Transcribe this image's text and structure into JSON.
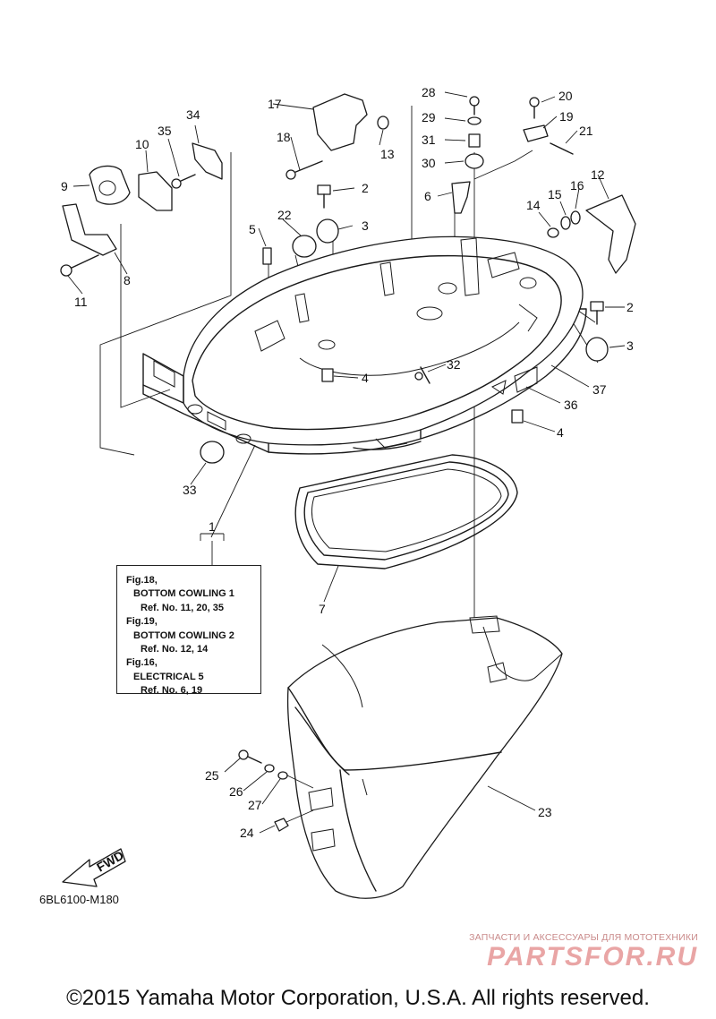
{
  "callouts": {
    "c1": "1",
    "c2a": "2",
    "c2b": "2",
    "c3a": "3",
    "c3b": "3",
    "c4a": "4",
    "c4b": "4",
    "c5": "5",
    "c6": "6",
    "c7": "7",
    "c8": "8",
    "c9": "9",
    "c10": "10",
    "c11": "11",
    "c12": "12",
    "c13": "13",
    "c14": "14",
    "c15": "15",
    "c16": "16",
    "c17": "17",
    "c18": "18",
    "c19": "19",
    "c20": "20",
    "c21": "21",
    "c22": "22",
    "c23": "23",
    "c24": "24",
    "c25": "25",
    "c26": "26",
    "c27": "27",
    "c28": "28",
    "c29": "29",
    "c30": "30",
    "c31": "31",
    "c32": "32",
    "c33": "33",
    "c34": "34",
    "c35": "35",
    "c36": "36",
    "c37": "37"
  },
  "reference_box": {
    "line1": "Fig.18,",
    "line2": "BOTTOM COWLING 1",
    "line3": "Ref. No. 11, 20, 35",
    "line4": "Fig.19,",
    "line5": "BOTTOM COWLING 2",
    "line6": "Ref. No. 12, 14",
    "line7": "Fig.16,",
    "line8": "ELECTRICAL 5",
    "line9": "Ref. No. 6, 19"
  },
  "fwd_arrow_label": "FWD",
  "diagram_code": "6BL6100-M180",
  "watermark": {
    "tagline": "ЗАПЧАСТИ И АКСЕССУАРЫ ДЛЯ МОТОТЕХНИКИ",
    "logo": "PARTSFOR.RU"
  },
  "copyright": "©2015 Yamaha Motor Corporation, U.S.A. All rights reserved."
}
